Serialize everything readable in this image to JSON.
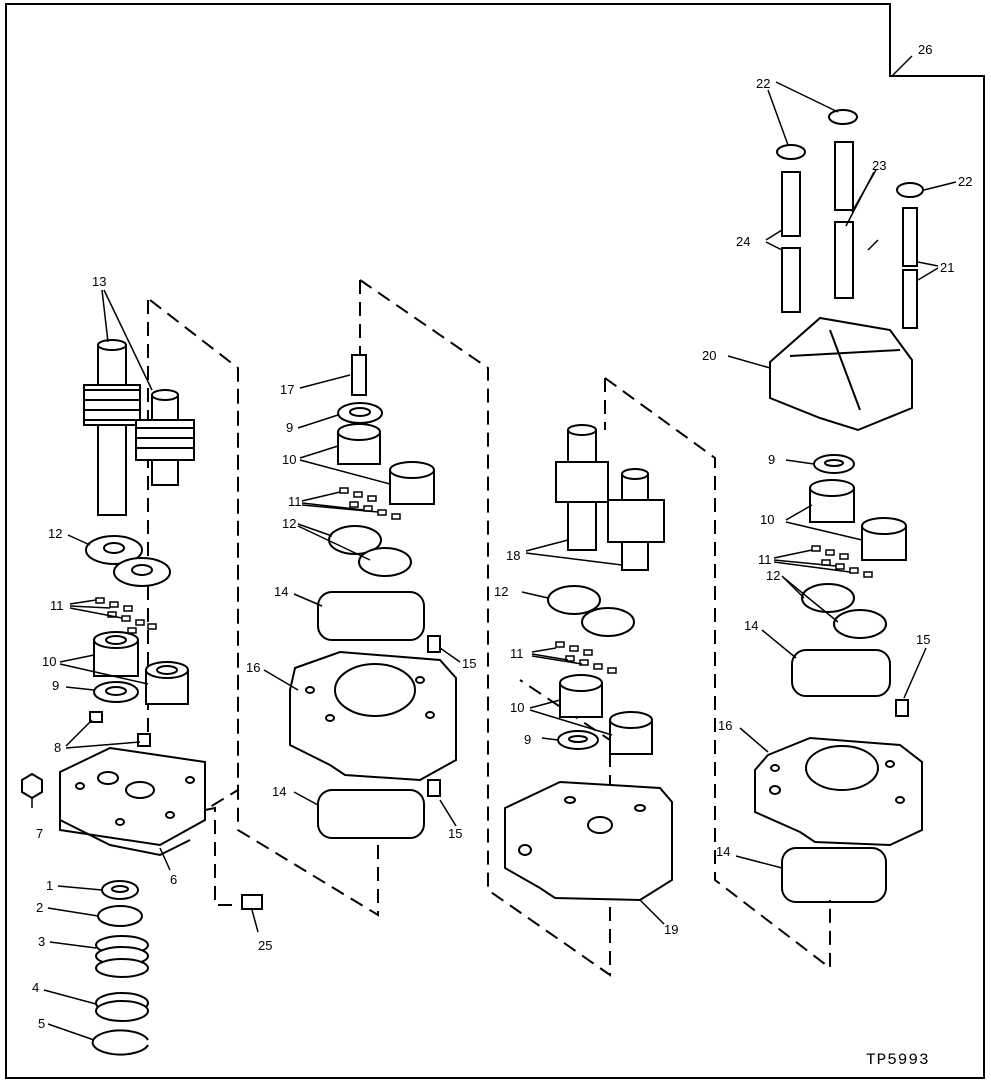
{
  "figure_id": "TP5993",
  "callouts": {
    "c1": "1",
    "c2": "2",
    "c3": "3",
    "c4": "4",
    "c5": "5",
    "c6": "6",
    "c7": "7",
    "c8": "8",
    "c9a": "9",
    "c9b": "9",
    "c9c": "9",
    "c9d": "9",
    "c10a": "10",
    "c10b": "10",
    "c10c": "10",
    "c10d": "10",
    "c11a": "11",
    "c11b": "11",
    "c11c": "11",
    "c11d": "11",
    "c12a": "12",
    "c12b": "12",
    "c12c": "12",
    "c12d": "12",
    "c13": "13",
    "c14a": "14",
    "c14b": "14",
    "c14c": "14",
    "c14d": "14",
    "c15a": "15",
    "c15b": "15",
    "c15c": "15",
    "c16a": "16",
    "c16b": "16",
    "c17": "17",
    "c18": "18",
    "c19": "19",
    "c20": "20",
    "c21": "21",
    "c22a": "22",
    "c22b": "22",
    "c23": "23",
    "c24": "24",
    "c25": "25",
    "c26": "26"
  }
}
